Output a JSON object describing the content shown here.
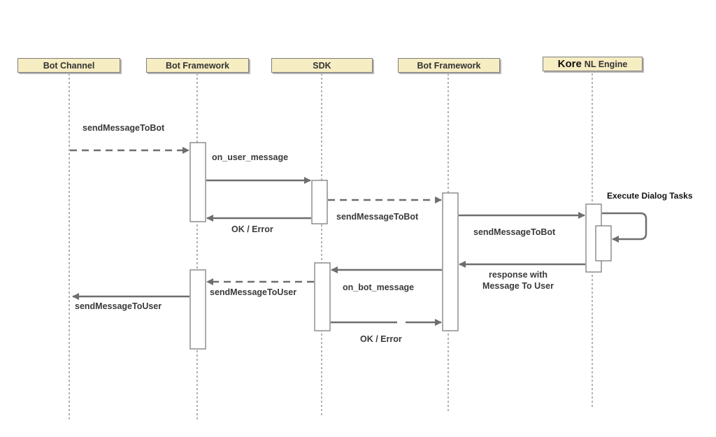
{
  "participants": [
    {
      "id": "bot-channel",
      "label": "Bot Channel"
    },
    {
      "id": "bot-framework-1",
      "label": "Bot Framework"
    },
    {
      "id": "sdk",
      "label": "SDK"
    },
    {
      "id": "bot-framework-2",
      "label": "Bot Framework"
    },
    {
      "id": "kore-nl-engine",
      "brand": "Kore",
      "label": "NL Engine"
    }
  ],
  "messages": {
    "m1": "sendMessageToBot",
    "m2": "on_user_message",
    "m3": "sendMessageToBot",
    "m4": "OK / Error",
    "m5": "sendMessageToBot",
    "m6": "Execute Dialog Tasks",
    "m7_line1": "response with",
    "m7_line2": "Message To User",
    "m8": "on_bot_message",
    "m9": "sendMessageToUser",
    "m10": "sendMessageToUser",
    "m11": "OK / Error"
  },
  "colors": {
    "header_fill": "#f7edc2",
    "line": "#7d7d7d",
    "arrow": "#6e6e6e"
  }
}
